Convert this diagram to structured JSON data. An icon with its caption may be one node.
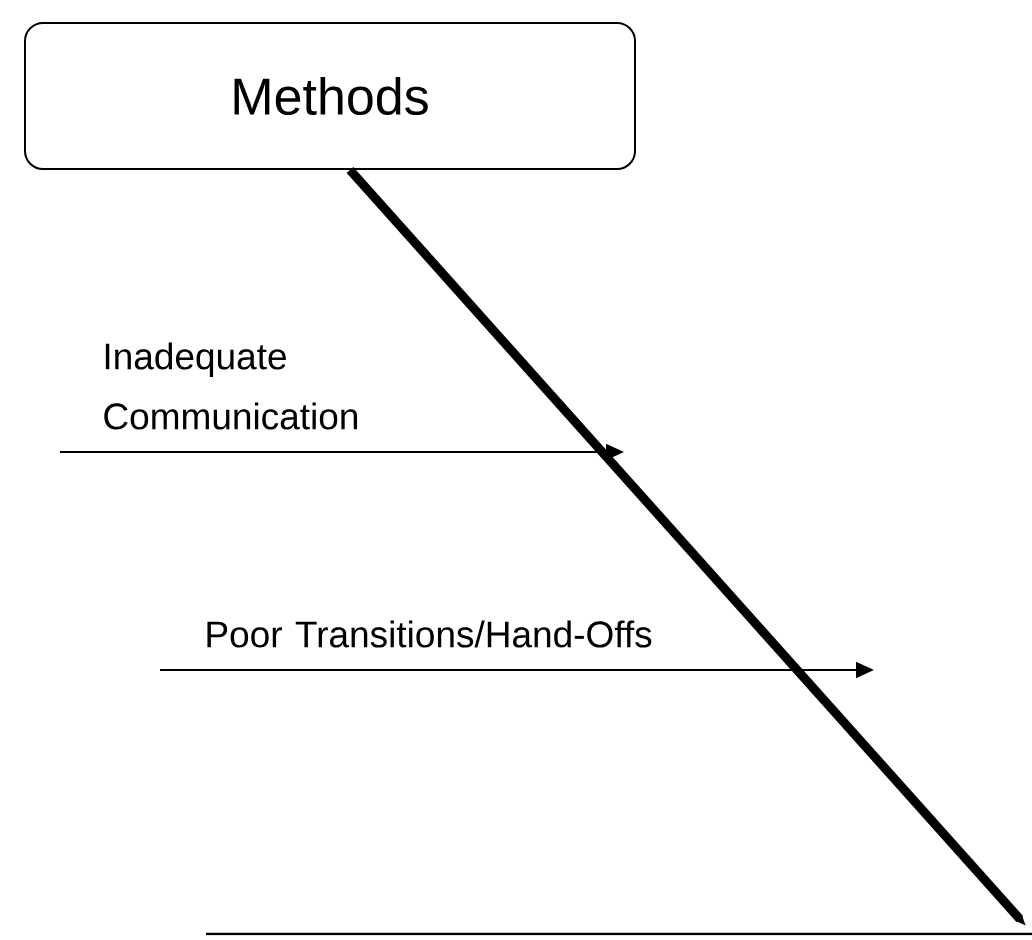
{
  "diagram": {
    "nodes": [
      {
        "text": [
          "Methods"
        ]
      },
      {
        "text": [
          "Inadequate Communication"
        ]
      },
      {
        "text": [
          "Poor Transitions/Hand-Offs"
        ]
      }
    ],
    "edges": [
      {
        "from": 0,
        "to": null,
        "arrow": "to",
        "style": "thick"
      },
      {
        "from": 1,
        "to": null,
        "arrow": "to"
      },
      {
        "from": 2,
        "to": null,
        "arrow": "to"
      }
    ]
  }
}
